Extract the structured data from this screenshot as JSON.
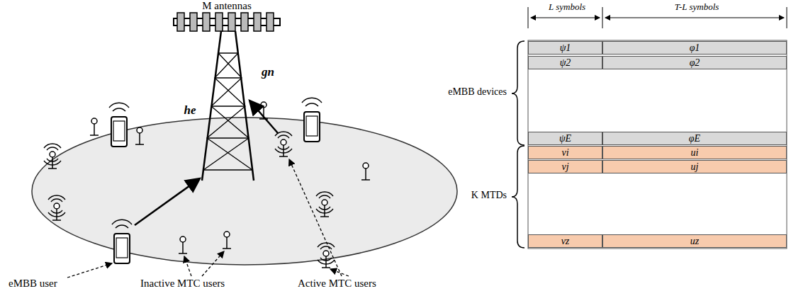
{
  "diagram": {
    "nodes": [
      {
        "text": [
          "ψ1"
        ]
      },
      {
        "text": [
          "φ1"
        ]
      },
      {
        "text": [
          "ψ2"
        ]
      },
      {
        "text": [
          "φ2"
        ]
      },
      {
        "text": [
          "ψE"
        ]
      },
      {
        "text": [
          "φE"
        ]
      },
      {
        "text": [
          "vi"
        ]
      },
      {
        "text": [
          "ui"
        ]
      },
      {
        "text": [
          "vj"
        ]
      },
      {
        "text": [
          "uj"
        ]
      },
      {
        "text": [
          "vz"
        ]
      },
      {
        "text": [
          "uz"
        ]
      }
    ],
    "labels": [
      "M antennas",
      "he",
      "gn",
      "eMBB user",
      "Inactive MTC users",
      "Active MTC users",
      "L symbols",
      "T-L symbols",
      "eMBB devices",
      "K MTDs"
    ]
  }
}
